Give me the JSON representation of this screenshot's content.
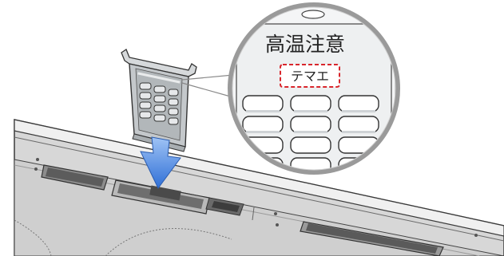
{
  "callout": {
    "warning_text": "高温注意",
    "marked_label": "テマエ"
  },
  "colors": {
    "arrow_top": "#9fc3f5",
    "arrow_bottom": "#2f6fd6",
    "highlight_box": "#d9262c",
    "outline": "#3a3a3a",
    "cooktop_top": "#e9e9e9",
    "cooktop_face": "#d6d6d6",
    "filter_body": "#c9cdd0"
  },
  "icons": [
    "down-arrow-icon",
    "magnifier-circle"
  ]
}
